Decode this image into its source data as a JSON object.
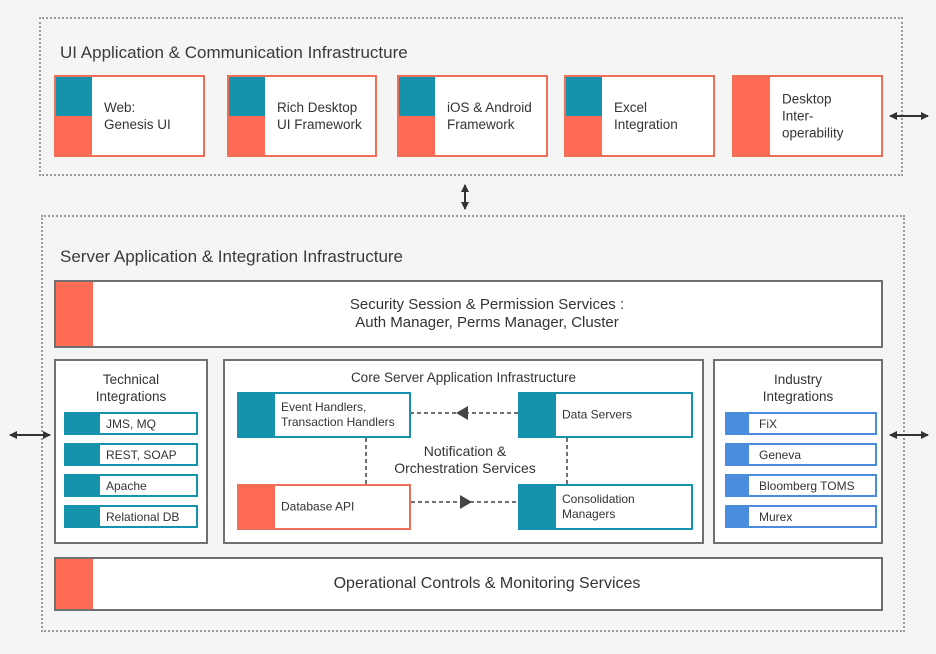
{
  "ui_section": {
    "title": "UI Application & Communication Infrastructure",
    "cards": [
      {
        "label": "Web:\nGenesis UI",
        "swatch": "split"
      },
      {
        "label": "Rich Desktop\nUI Framework",
        "swatch": "split"
      },
      {
        "label": "iOS & Android\nFramework",
        "swatch": "split"
      },
      {
        "label": "Excel\nIntegration",
        "swatch": "split"
      },
      {
        "label": "Desktop\nInter-\noperability",
        "swatch": "full"
      }
    ]
  },
  "server_section": {
    "title": "Server Application & Integration Infrastructure",
    "security": "Security Session & Permission Services :\nAuth Manager, Perms Manager, Cluster",
    "technical": {
      "title": "Technical\nIntegrations",
      "items": [
        "JMS, MQ",
        "REST, SOAP",
        "Apache",
        "Relational DB"
      ]
    },
    "core": {
      "title": "Core Server Application Infrastructure",
      "event_handlers": "Event Handlers,\nTransaction Handlers",
      "data_servers": "Data Servers",
      "database_api": "Database API",
      "consolidation": "Consolidation\nManagers",
      "notification": "Notification &\nOrchestration Services"
    },
    "industry": {
      "title": "Industry\nIntegrations",
      "items": [
        "FiX",
        "Geneva",
        "Bloomberg TOMS",
        "Murex"
      ]
    },
    "operational": "Operational Controls & Monitoring Services"
  },
  "colors": {
    "teal": "#1593ad",
    "coral": "#ff6b54",
    "blue": "#4a8ddc",
    "gray_border": "#707070"
  }
}
